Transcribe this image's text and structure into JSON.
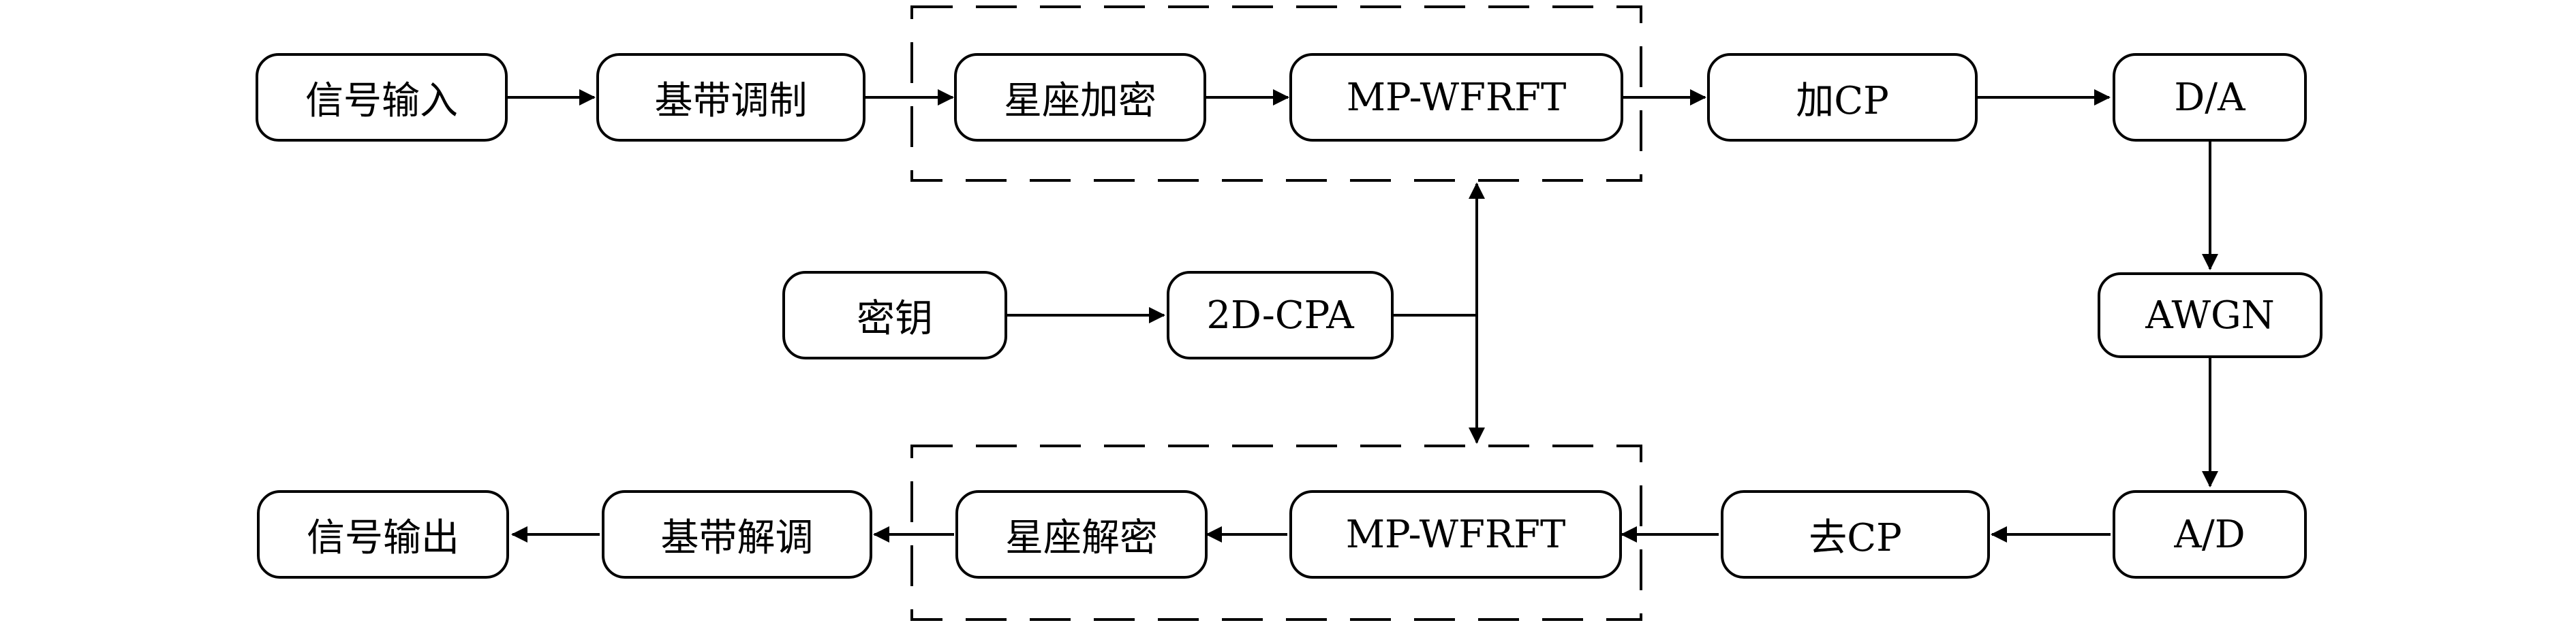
{
  "nodes": {
    "signal_in": "信号输入",
    "bb_mod": "基带调制",
    "const_enc": "星座加密",
    "mpwfrft_tx": "MP-WFRFT",
    "add_cp": "加CP",
    "da": "D/A",
    "awgn": "AWGN",
    "ad": "A/D",
    "rm_cp": "去CP",
    "mpwfrft_rx": "MP-WFRFT",
    "const_dec": "星座解密",
    "bb_demod": "基带解调",
    "signal_out": "信号输出",
    "key": "密钥",
    "cpa": "2D-CPA"
  }
}
